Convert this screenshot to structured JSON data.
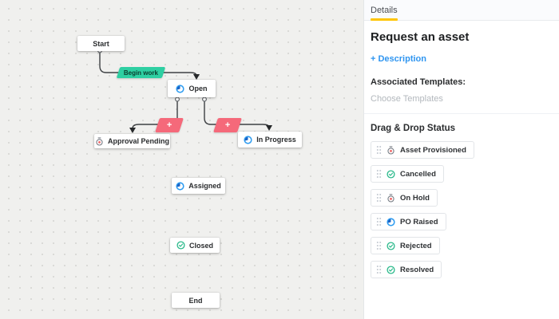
{
  "canvas": {
    "nodes": [
      {
        "id": "start",
        "label": "Start",
        "icon": "none"
      },
      {
        "id": "open",
        "label": "Open",
        "icon": "clock-blue"
      },
      {
        "id": "approval-pending",
        "label": "Approval Pending",
        "icon": "stopwatch"
      },
      {
        "id": "in-progress",
        "label": "In Progress",
        "icon": "clock-blue"
      },
      {
        "id": "assigned",
        "label": "Assigned",
        "icon": "clock-blue"
      },
      {
        "id": "closed",
        "label": "Closed",
        "icon": "check-green"
      },
      {
        "id": "end",
        "label": "End",
        "icon": "none"
      }
    ],
    "transitions": [
      {
        "id": "begin-work",
        "label": "Begin work"
      },
      {
        "id": "add-transition-left",
        "label": "+"
      },
      {
        "id": "add-transition-right",
        "label": "+"
      }
    ]
  },
  "sidebar": {
    "tab_label": "Details",
    "title": "Request an asset",
    "description_link": "+ Description",
    "associated_templates_label": "Associated Templates:",
    "choose_templates_placeholder": "Choose Templates",
    "drag_drop_heading": "Drag & Drop Status",
    "statuses": [
      {
        "label": "Asset Provisioned",
        "icon": "stopwatch"
      },
      {
        "label": "Cancelled",
        "icon": "check-green"
      },
      {
        "label": "On Hold",
        "icon": "stopwatch"
      },
      {
        "label": "PO Raised",
        "icon": "clock-blue"
      },
      {
        "label": "Rejected",
        "icon": "check-green"
      },
      {
        "label": "Resolved",
        "icon": "check-green"
      }
    ]
  },
  "colors": {
    "tab_accent_yellow": "#ffc400",
    "link_blue": "#2e95f0",
    "transition_green": "#2ecfa2",
    "add_transition_pink": "#f5697a",
    "status_blue": "#2e9cf0",
    "status_green": "#29b98a",
    "status_red_dot": "#f05c5c",
    "edge_dark": "#3d4043",
    "canvas_bg": "#f0f0ee"
  }
}
